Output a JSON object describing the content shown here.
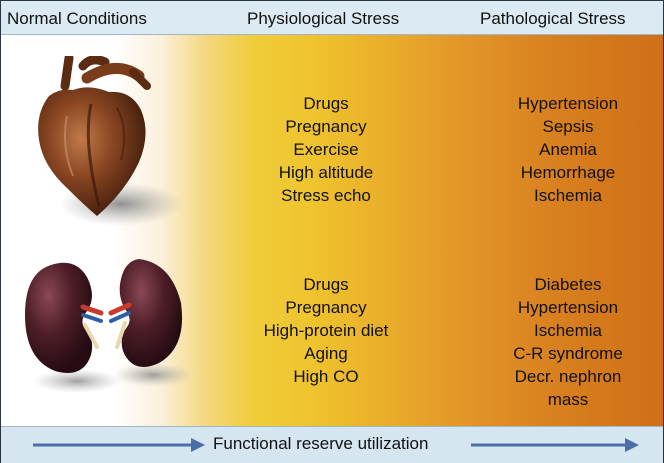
{
  "header": {
    "normal": "Normal Conditions",
    "physiological": "Physiological Stress",
    "pathological": "Pathological Stress"
  },
  "heart": {
    "icon": "heart-icon",
    "physiological": [
      "Drugs",
      "Pregnancy",
      "Exercise",
      "High altitude",
      "Stress echo"
    ],
    "pathological": [
      "Hypertension",
      "Sepsis",
      "Anemia",
      "Hemorrhage",
      "Ischemia"
    ]
  },
  "kidney": {
    "icon": "kidney-icon",
    "physiological": [
      "Drugs",
      "Pregnancy",
      "High-protein diet",
      "Aging",
      "High CO"
    ],
    "pathological": [
      "Diabetes",
      "Hypertension",
      "Ischemia",
      "C-R syndrome",
      "Decr. nephron",
      "mass"
    ]
  },
  "footer": {
    "label": "Functional reserve utilization"
  },
  "colors": {
    "header_bg": "#dceaf4",
    "footer_bg": "#d6e6f1",
    "arrow": "#4a6ea8",
    "gradient_mid": "#efc42e",
    "gradient_end": "#cf6f17",
    "heart": "#6b3418",
    "kidney": "#4a1c24"
  }
}
